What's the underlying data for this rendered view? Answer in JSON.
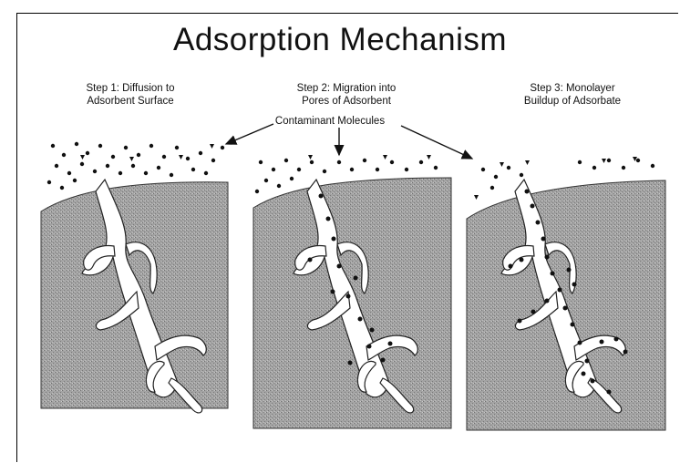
{
  "title": "Adsorption Mechanism",
  "steps": [
    {
      "line1": "Step 1: Diffusion to",
      "line2": "Adsorbent Surface"
    },
    {
      "line1": "Step 2: Migration into",
      "line2": "Pores of Adsorbent"
    },
    {
      "line1": "Step 3: Monolayer",
      "line2": "Buildup of Adsorbate"
    }
  ],
  "contaminant_label": "Contaminant Molecules",
  "colors": {
    "adsorbent": "#9e9e9e",
    "pore": "#ffffff",
    "molecule": "#111111"
  }
}
